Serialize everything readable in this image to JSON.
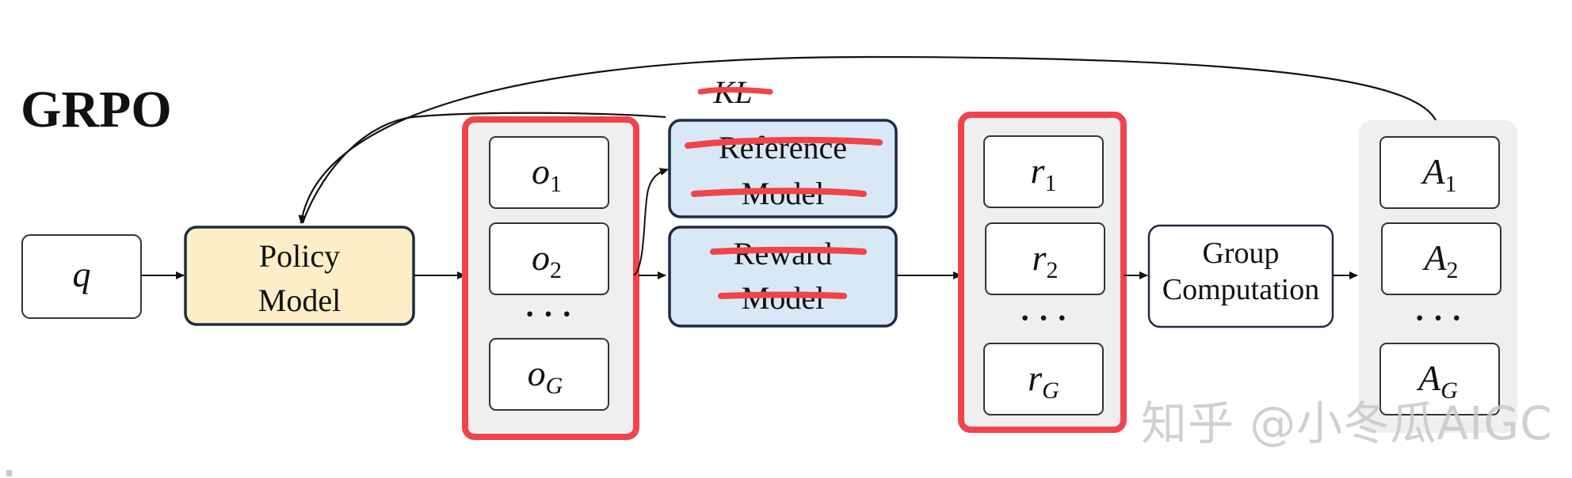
{
  "title": "GRPO",
  "input": {
    "label": "q"
  },
  "policy_model": {
    "line1": "Policy",
    "line2": "Model"
  },
  "outputs": {
    "items": [
      "o",
      "o",
      "o"
    ],
    "subs": [
      "1",
      "2",
      "G"
    ],
    "ellipsis": "· · ·"
  },
  "kl": {
    "label": "KL"
  },
  "reference_model": {
    "line1": "Reference",
    "line2": "Model"
  },
  "reward_model": {
    "line1": "Reward",
    "line2": "Model"
  },
  "rewards": {
    "items": [
      "r",
      "r",
      "r"
    ],
    "subs": [
      "1",
      "2",
      "G"
    ],
    "ellipsis": "· · ·"
  },
  "group_computation": {
    "line1": "Group",
    "line2": "Computation"
  },
  "advantages": {
    "items": [
      "A",
      "A",
      "A"
    ],
    "subs": [
      "1",
      "2",
      "G"
    ],
    "ellipsis": "· · ·"
  },
  "watermark": "知乎 @小冬瓜AIGC",
  "colors": {
    "highlight_red": "#f0444a",
    "policy_fill": "#fdeec7",
    "model_fill": "#d9e8f6",
    "box_border": "#1f2a44",
    "group_bg": "#efefef"
  }
}
